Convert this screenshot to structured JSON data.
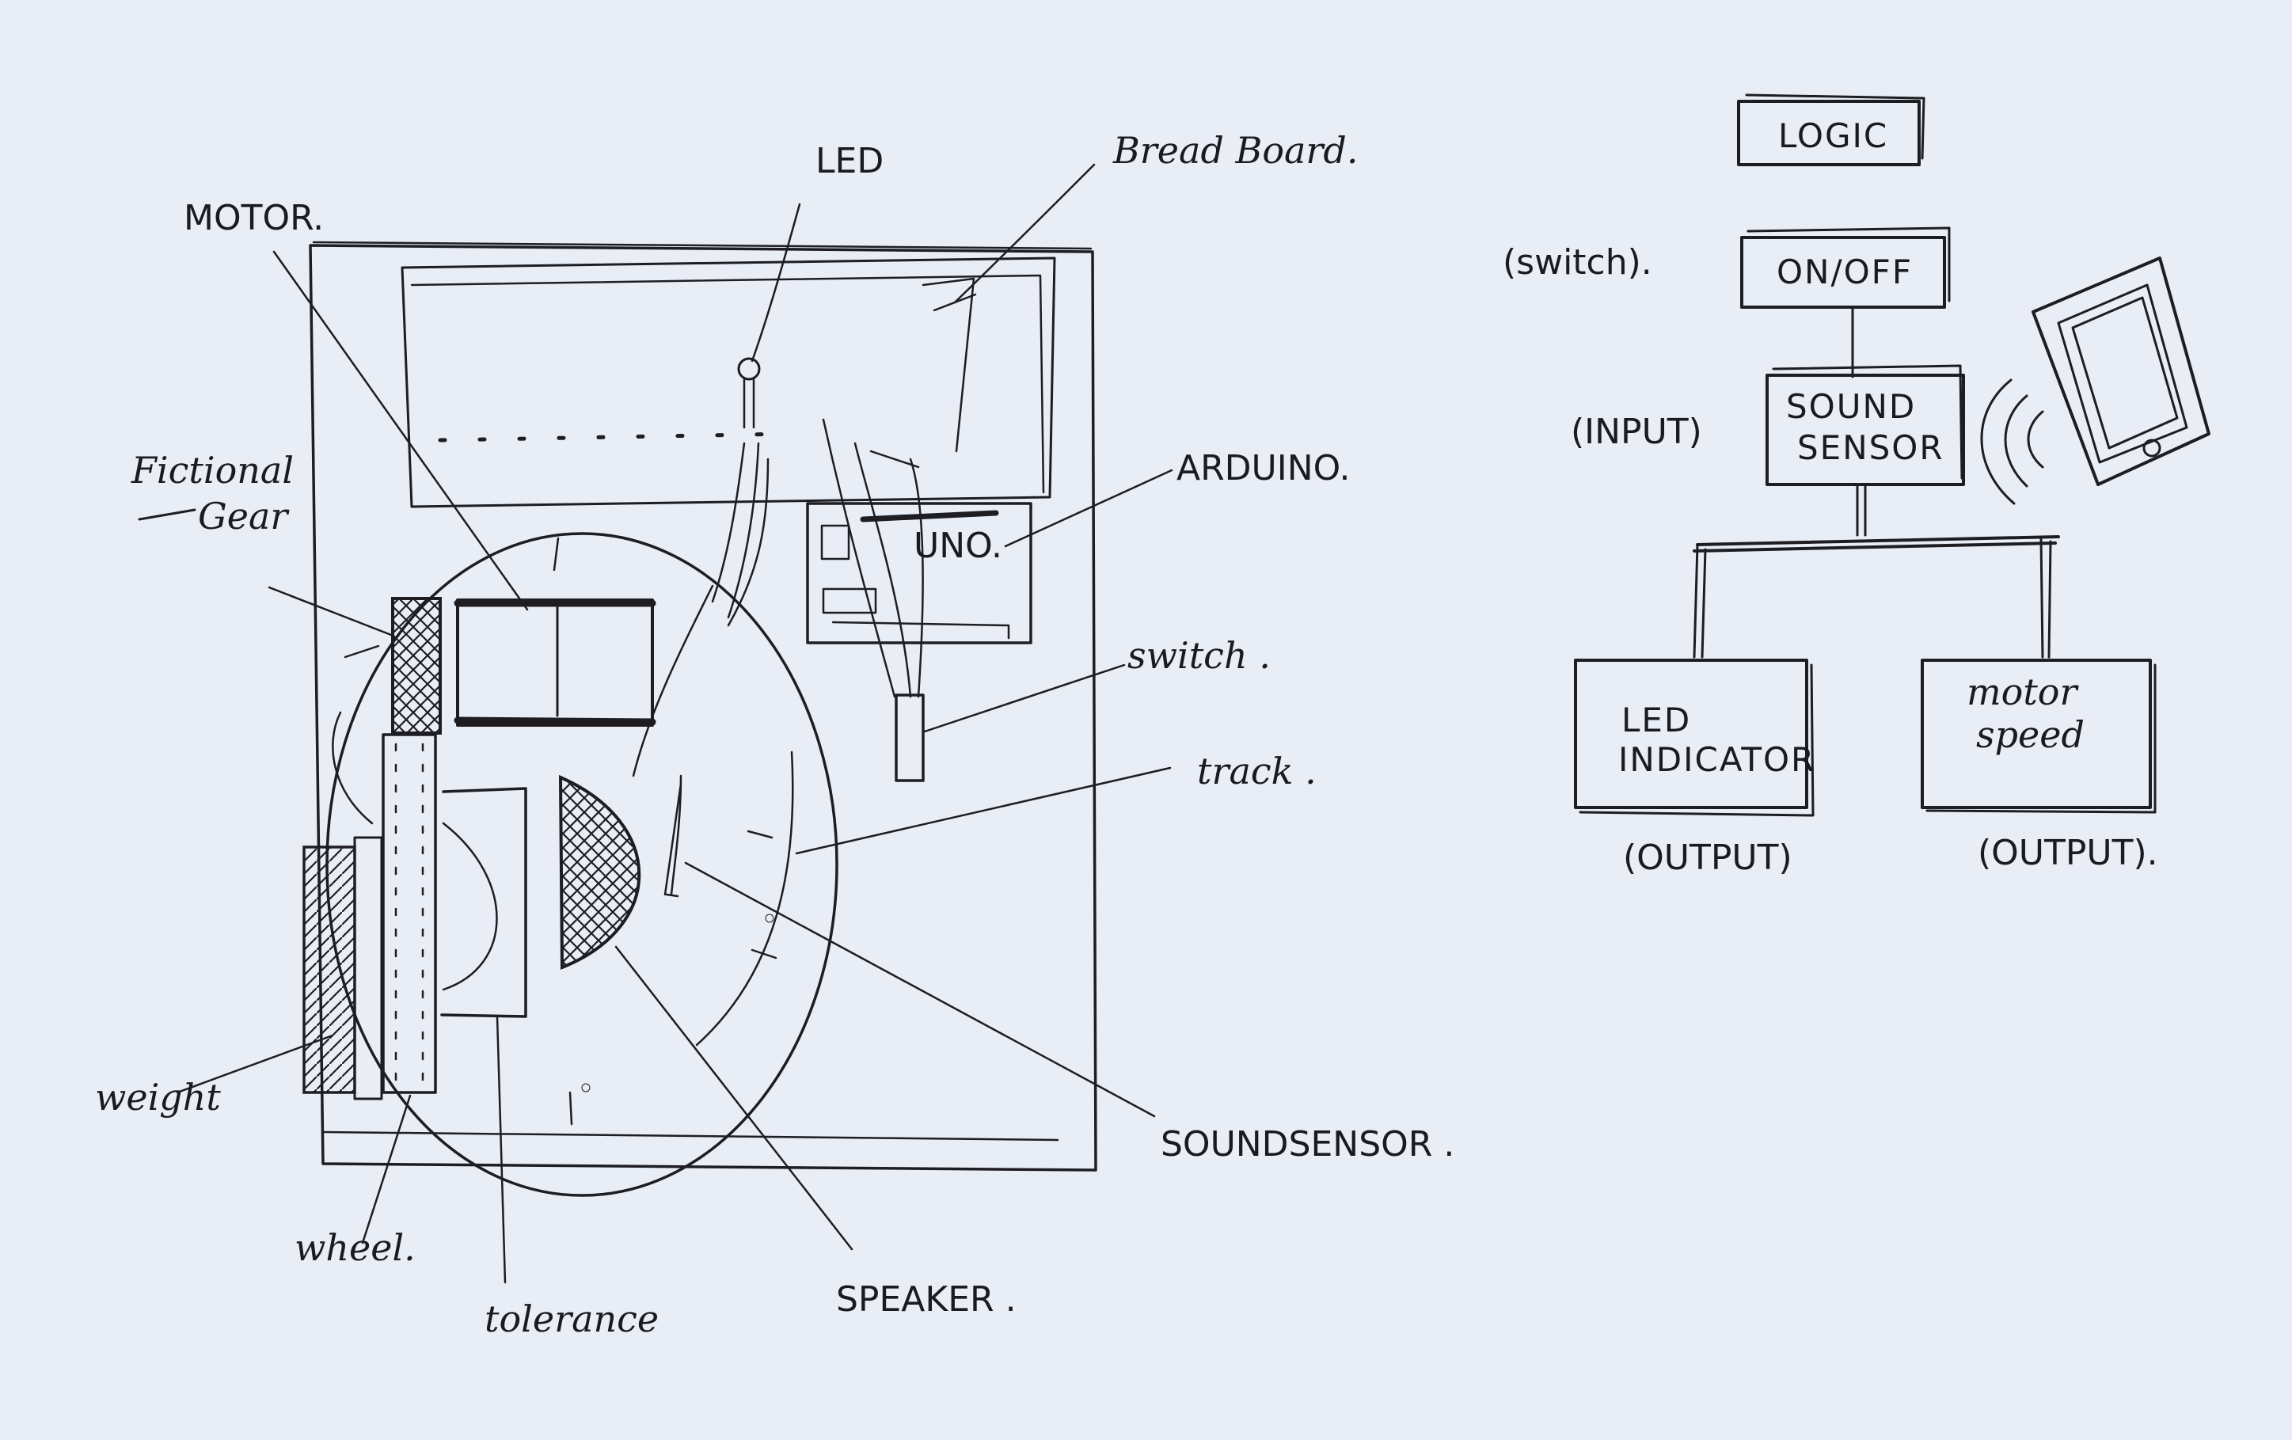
{
  "sketch": {
    "labels": {
      "led": "LED",
      "bread_board": "Bread Board.",
      "motor": "MOTOR.",
      "fictional_gear_1": "Fictional",
      "fictional_gear_2": "Gear",
      "arduino": "ARDUINO.",
      "uno": "UNO.",
      "switch": "switch .",
      "track": "track .",
      "weight": "weight",
      "sound_sensor": "SOUNDSENSOR .",
      "wheel": "wheel.",
      "tolerance": "tolerance",
      "speaker": "SPEAKER ."
    }
  },
  "logic": {
    "title": "LOGIC",
    "onoff": "ON/OFF",
    "switch_note": "(switch).",
    "sound_1": "SOUND",
    "sound_2": "SENSOR",
    "input_note": "(INPUT)",
    "led_1": "LED",
    "led_2": "INDICATOR",
    "motor_1": "motor",
    "motor_2": "speed",
    "output_left": "(OUTPUT)",
    "output_right": "(OUTPUT)."
  }
}
